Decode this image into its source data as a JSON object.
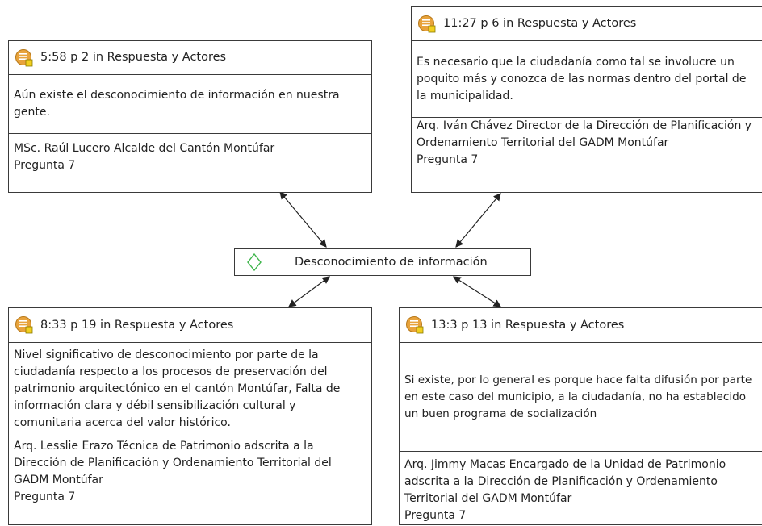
{
  "center": {
    "label": "Desconocimiento de información",
    "icon": "code-diamond-icon"
  },
  "cards": {
    "top_left": {
      "header": "5:58 p 2 in Respuesta y Actores",
      "body": "Aún existe el desconocimiento de información en nuestra gente.",
      "source_line1": "MSc. Raúl Lucero Alcalde del Cantón Montúfar",
      "source_line2": "Pregunta 7"
    },
    "top_right": {
      "header": "11:27 p 6 in Respuesta y Actores",
      "body": "Es necesario que la ciudadanía como tal se involucre un poquito más y conozca de las normas dentro del portal de la municipalidad.",
      "source_line1": "Arq. Iván Chávez Director de la Dirección de Planificación y Ordenamiento Territorial del GADM Montúfar",
      "source_line2": "Pregunta 7"
    },
    "bottom_left": {
      "header": "8:33 p 19 in Respuesta y Actores",
      "body": "Nivel significativo de desconocimiento por parte de la ciudadanía respecto a los procesos de preservación del patrimonio arquitectónico en el cantón Montúfar, Falta de información clara y débil sensibilización cultural y comunitaria acerca del valor histórico.",
      "source_line1": "Arq. Lesslie Erazo Técnica de Patrimonio adscrita a la Dirección de Planificación y Ordenamiento Territorial del GADM Montúfar",
      "source_line2": "Pregunta 7"
    },
    "bottom_right": {
      "header": "13:3 p 13 in Respuesta y Actores",
      "body": "Si existe, por lo general es porque hace falta difusión por parte en este caso del municipio, a la ciudadanía, no ha establecido un buen programa de socialización",
      "source_line1": "Arq. Jimmy Macas  Encargado de la Unidad de Patrimonio adscrita a la Dirección de Planificación y Ordenamiento Territorial del GADM Montúfar",
      "source_line2": "Pregunta 7"
    }
  },
  "icon": "quotation-note-icon",
  "colors": {
    "border": "#3a3a3a",
    "icon_orange": "#e8a33c",
    "icon_yellow": "#f2cf1f",
    "diamond": "#3db54a"
  }
}
